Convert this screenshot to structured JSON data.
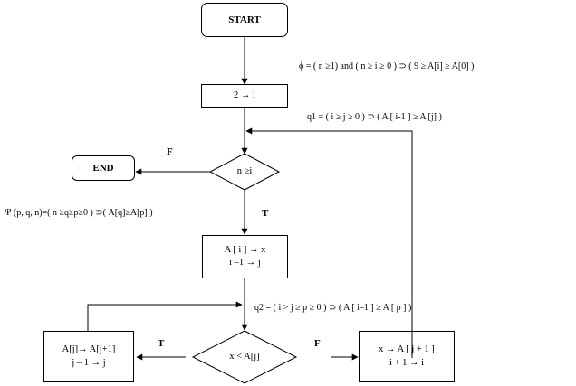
{
  "nodes": {
    "start": "START",
    "init": "2 → i",
    "cond_outer": "n ≥i",
    "end": "END",
    "body_line1": "A [ i ] → x",
    "body_line2": "i –1 → j",
    "cond_inner": "x < A[j]",
    "shift_line1": "A[j]→ A[j+1]",
    "shift_line2": "j – 1 → j",
    "place_line1": "x → A [ j + 1 ]",
    "place_line2": "i + 1 → i"
  },
  "edge_labels": {
    "outer_false": "F",
    "outer_true": "T",
    "inner_true": "T",
    "inner_false": "F"
  },
  "annotations": {
    "phi": "ϕ = ( n ≥1) and ( n ≥ i ≥ 0 ) ⊃ ( 9 ≥ A[i] ≥ A[0] )",
    "q1": "q1 = ( i ≥ j ≥ 0 ) ⊃ ( A [ i-1 ] ≥ A [j] )",
    "psi": "Ψ (p, q, n)=( n ≥q≥p≥0 ) ⊃( A[q]≥A[p] )",
    "q2": "q2 = ( i > j  ≥ p  ≥ 0 ) ⊃ ( A [ i–1 ] ≥ A [ p ] )"
  }
}
